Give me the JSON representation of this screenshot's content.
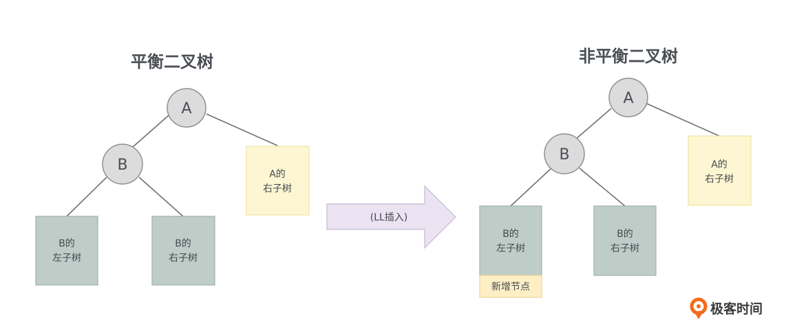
{
  "left": {
    "title": "平衡二叉树",
    "node_a": "A",
    "node_b": "B",
    "b_left_line1": "B的",
    "b_left_line2": "左子树",
    "b_right_line1": "B的",
    "b_right_line2": "右子树",
    "a_right_line1": "A的",
    "a_right_line2": "右子树"
  },
  "arrow": {
    "label": "(LL插入)"
  },
  "right": {
    "title": "非平衡二叉树",
    "node_a": "A",
    "node_b": "B",
    "b_left_line1": "B的",
    "b_left_line2": "左子树",
    "new_node_tag": "新增节点",
    "b_right_line1": "B的",
    "b_right_line2": "右子树",
    "a_right_line1": "A的",
    "a_right_line2": "右子树"
  },
  "logo": {
    "text": "极客时间",
    "color": "#f46a1a"
  }
}
